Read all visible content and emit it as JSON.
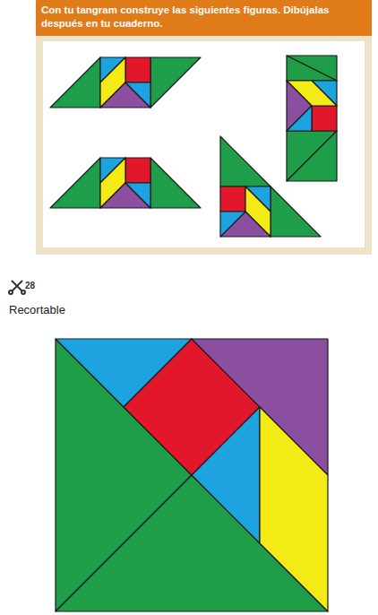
{
  "diagram": {
    "title": "Con tu tangram construye las siguientes figuras. Dibújalas después en tu cuaderno.",
    "labels": [
      "28",
      "Recortable"
    ]
  }
}
